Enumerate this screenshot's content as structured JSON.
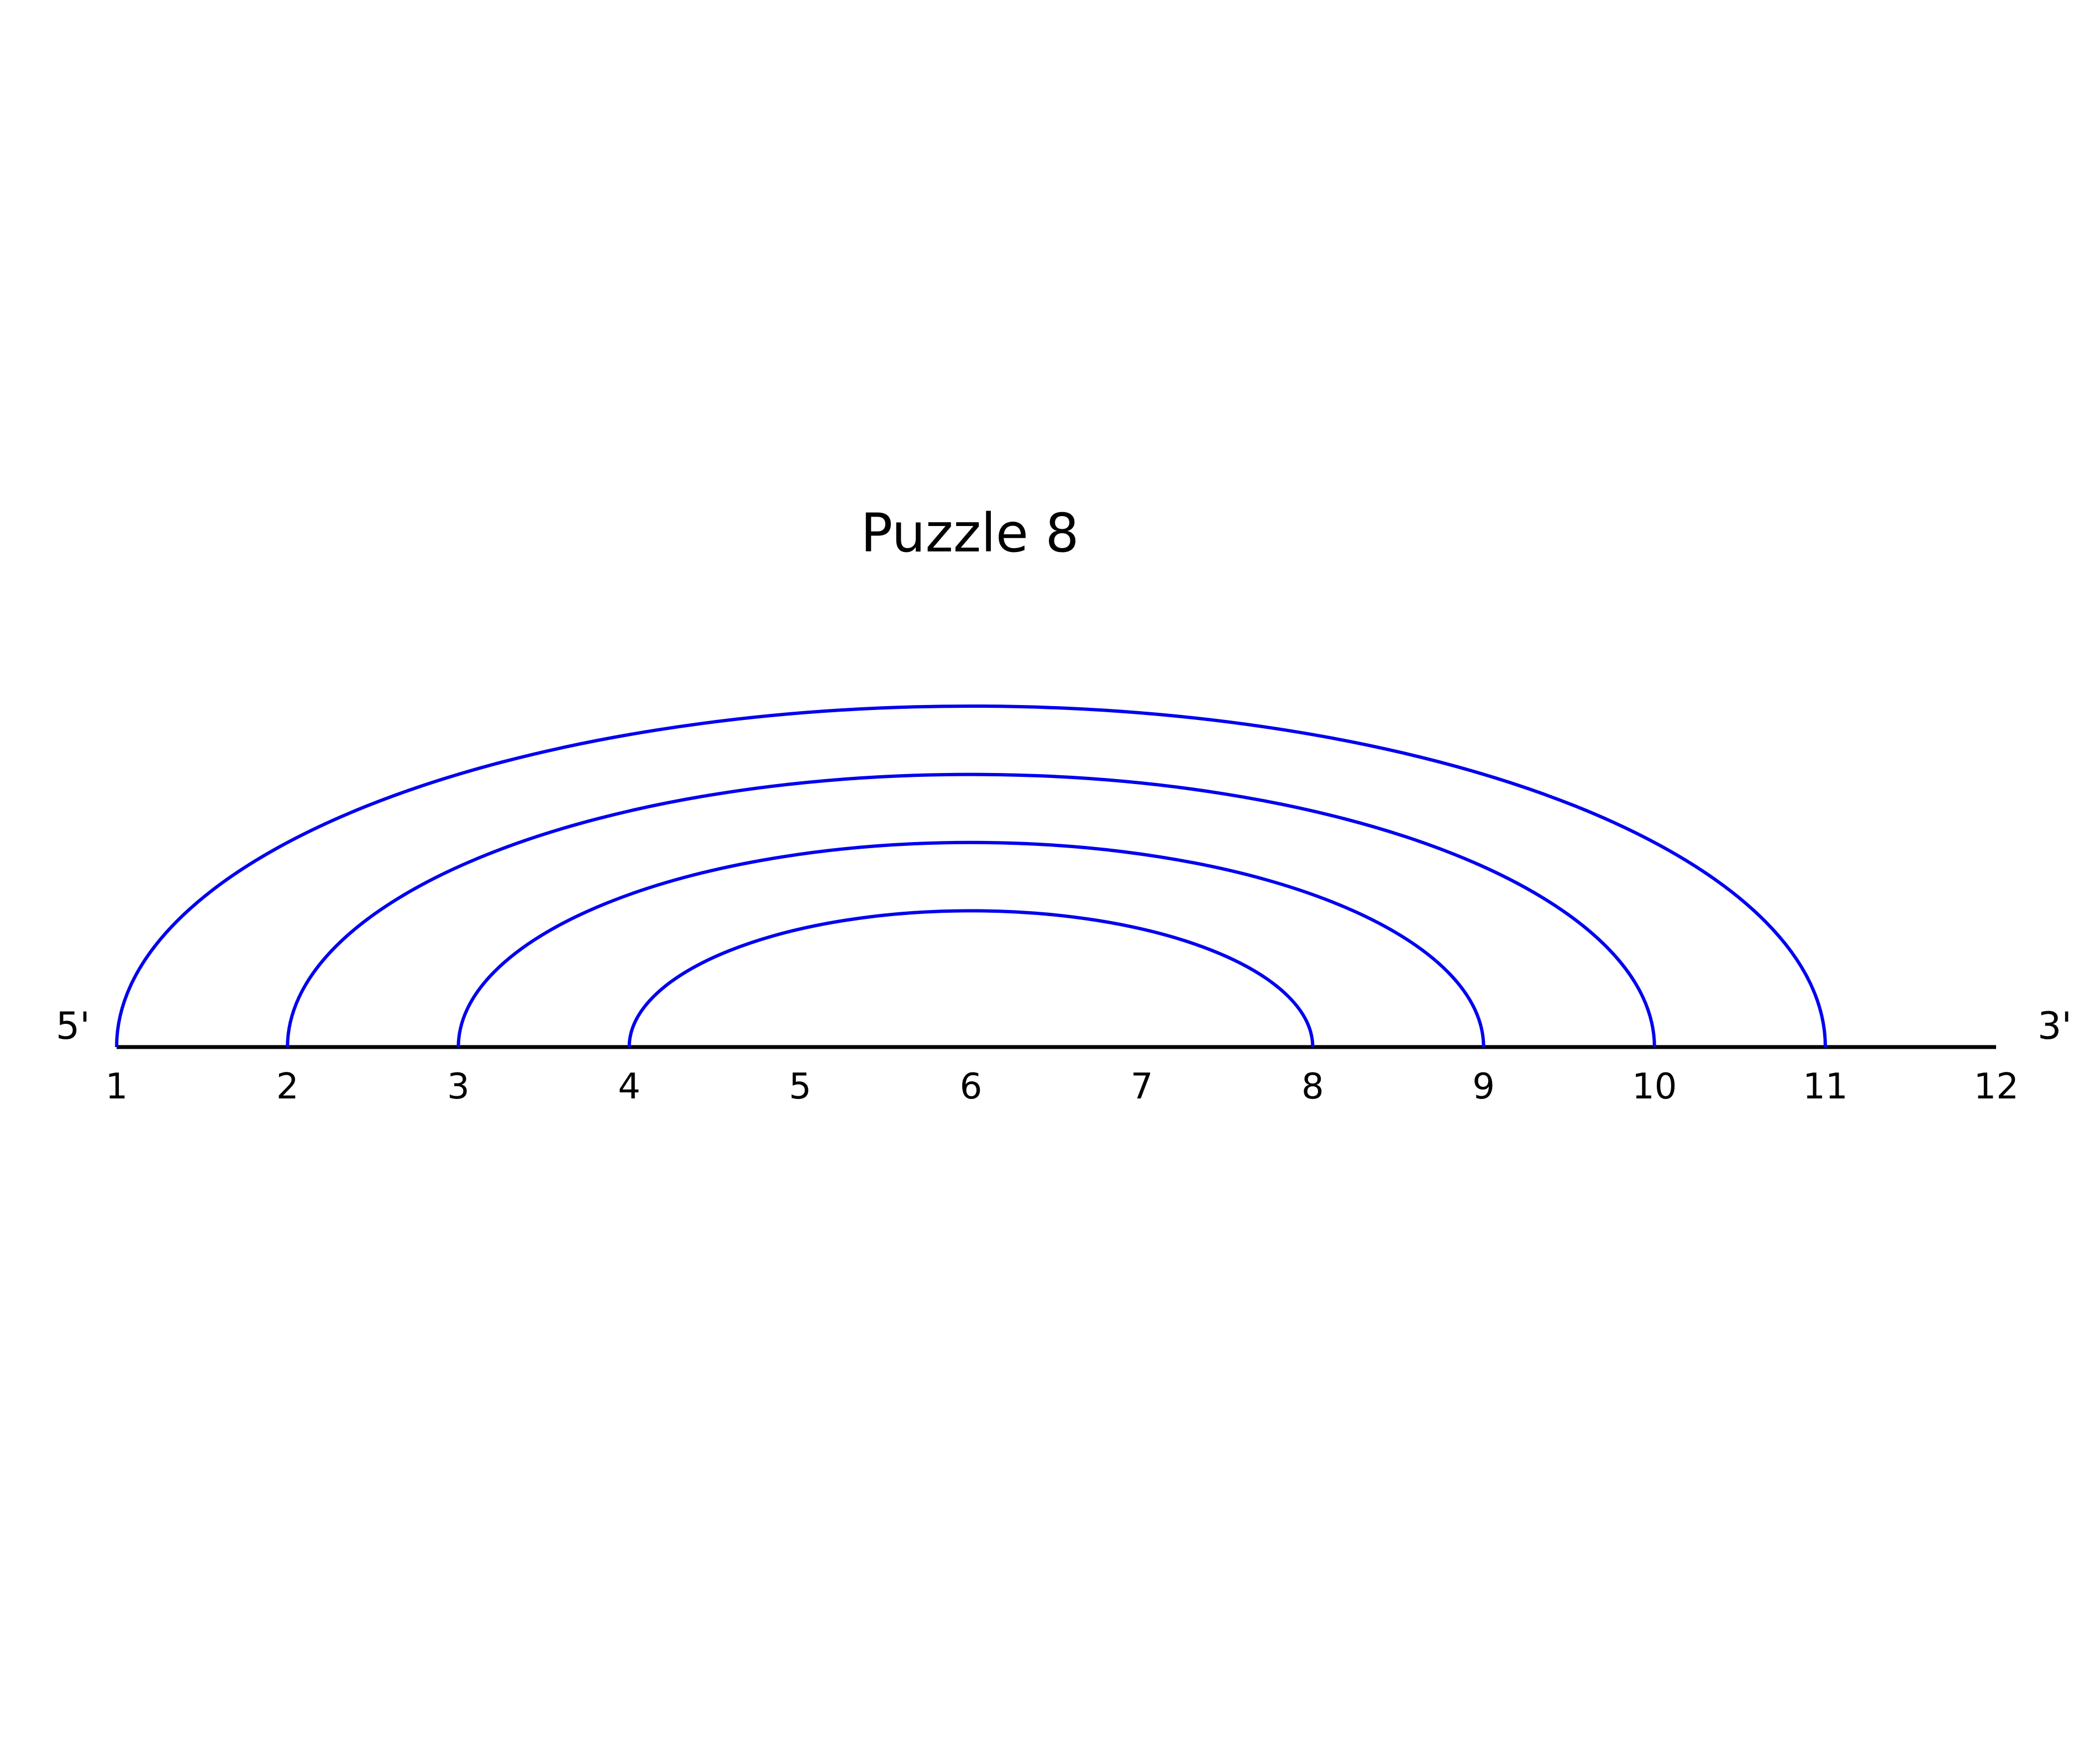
{
  "title": "Puzzle 8",
  "five_prime_label": "5'",
  "three_prime_label": "3'",
  "colors": {
    "backbone": "#000000",
    "arc": "#0000ee",
    "background": "#ffffff"
  },
  "positions": [
    1,
    2,
    3,
    4,
    5,
    6,
    7,
    8,
    9,
    10,
    11,
    12
  ],
  "position_labels": [
    "1",
    "2",
    "3",
    "4",
    "5",
    "6",
    "7",
    "8",
    "9",
    "10",
    "11",
    "12"
  ],
  "pairs": [
    {
      "i": 1,
      "j": 11
    },
    {
      "i": 2,
      "j": 10
    },
    {
      "i": 3,
      "j": 9
    },
    {
      "i": 4,
      "j": 8
    }
  ]
}
